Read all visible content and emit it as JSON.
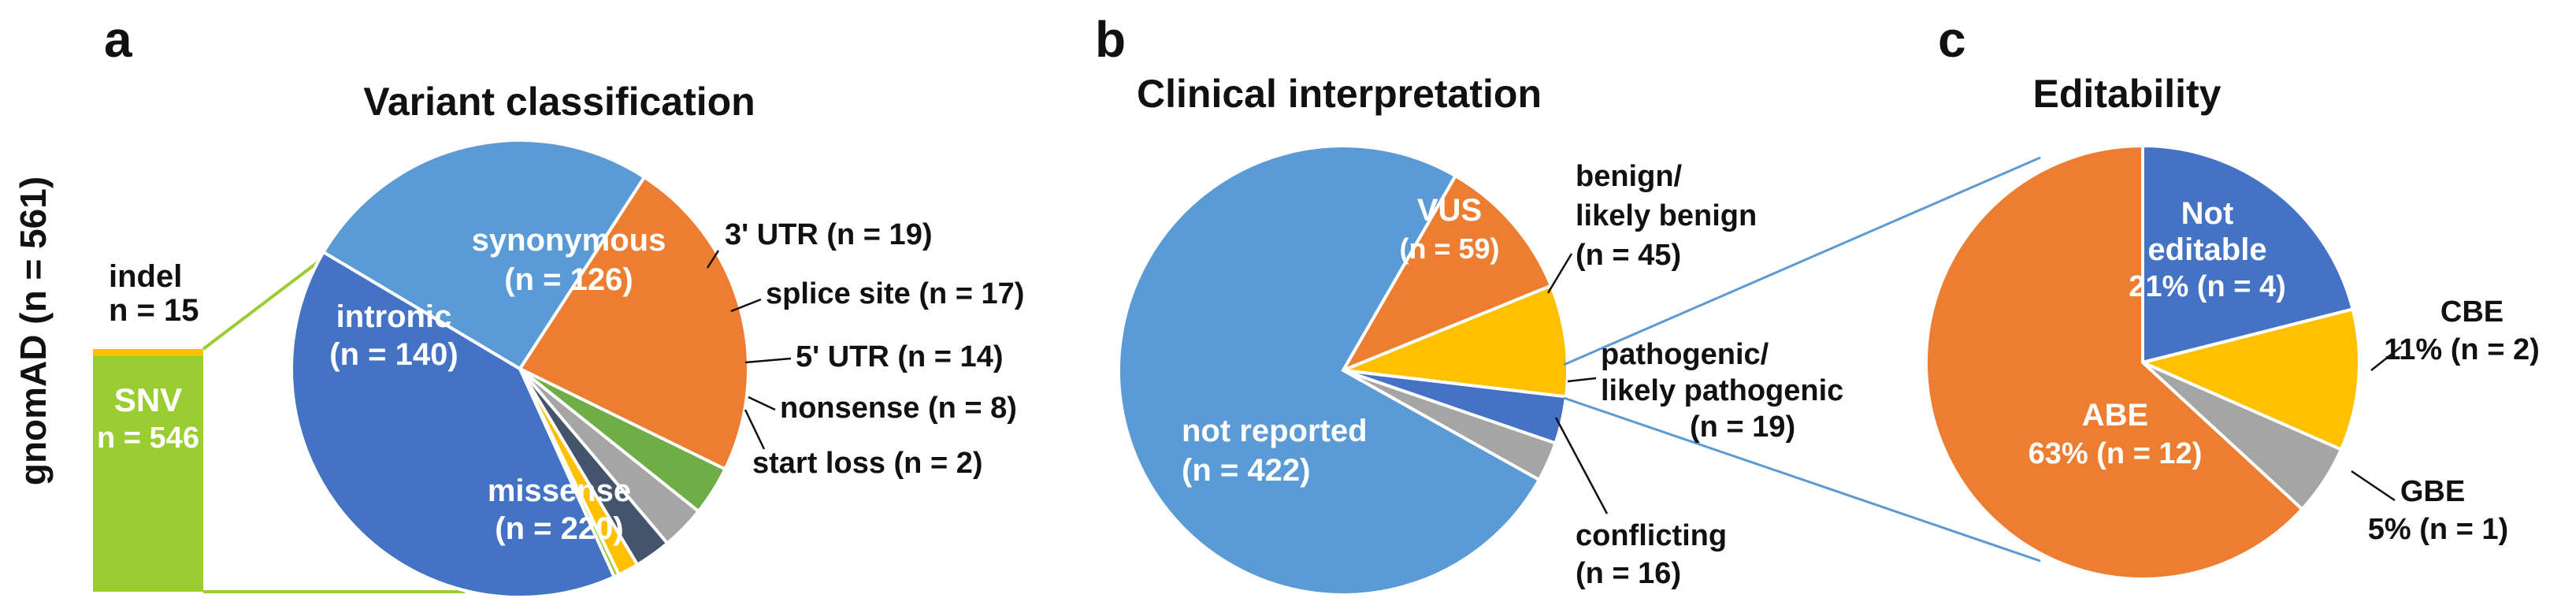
{
  "colors": {
    "light_blue": "#5B9BD5",
    "orange": "#ED7D31",
    "green": "#70AD47",
    "gray": "#A5A5A5",
    "dark_slate": "#44546A",
    "yellow": "#FFC000",
    "blue": "#4472C4",
    "lime": "#9ACD32",
    "text": "#1a1a1a",
    "white": "#ffffff"
  },
  "panels": {
    "a": {
      "letter": "a",
      "side_label": "gnomAD (n = 561)",
      "bar": {
        "indel_label": "indel",
        "indel_count": "n = 15",
        "snv_label": "SNV",
        "snv_count": "n = 546"
      }
    },
    "b": {
      "letter": "b"
    },
    "c": {
      "letter": "c"
    }
  },
  "chart_data": [
    {
      "type": "bar",
      "title": "",
      "categories": [
        "gnomAD (n = 561)"
      ],
      "series": [
        {
          "name": "SNV",
          "values": [
            546
          ]
        },
        {
          "name": "indel",
          "values": [
            15
          ]
        }
      ],
      "stacked": true
    },
    {
      "type": "pie",
      "title": "Variant classification",
      "slices": [
        {
          "label": "synonymous",
          "value": 126,
          "display": "n = 126",
          "color": "orange",
          "label_inside": true
        },
        {
          "label": "3' UTR",
          "value": 19,
          "display": "3' UTR (n = 19)",
          "color": "green",
          "label_inside": false
        },
        {
          "label": "splice site",
          "value": 17,
          "display": "splice site (n = 17)",
          "color": "gray",
          "label_inside": false
        },
        {
          "label": "5' UTR",
          "value": 14,
          "display": "5' UTR (n = 14)",
          "color": "dark_slate",
          "label_inside": false
        },
        {
          "label": "nonsense",
          "value": 8,
          "display": "nonsense (n = 8)",
          "color": "yellow",
          "label_inside": false
        },
        {
          "label": "start loss",
          "value": 2,
          "display": "start loss (n = 2)",
          "color": "lime",
          "label_inside": false
        },
        {
          "label": "missense",
          "value": 220,
          "display": "n = 220",
          "color": "blue",
          "label_inside": true
        },
        {
          "label": "intronic",
          "value": 140,
          "display": "n = 140",
          "color": "light_blue",
          "label_inside": true
        }
      ]
    },
    {
      "type": "pie",
      "title": "Clinical interpretation",
      "slices": [
        {
          "label": "VUS",
          "value": 59,
          "display": "n = 59",
          "color": "orange",
          "label_inside": true
        },
        {
          "label": "benign/ likely benign",
          "line1": "benign/",
          "line2": "likely benign",
          "value": 45,
          "display": "n = 45",
          "color": "yellow",
          "label_inside": false
        },
        {
          "label": "pathogenic/ likely pathogenic",
          "line1": "pathogenic/",
          "line2": "likely pathogenic",
          "value": 19,
          "display": "n = 19",
          "color": "blue",
          "label_inside": false
        },
        {
          "label": "conflicting",
          "value": 16,
          "display": "n = 16",
          "color": "gray",
          "label_inside": false
        },
        {
          "label": "not reported",
          "value": 422,
          "display": "n = 422",
          "color": "light_blue",
          "label_inside": true
        }
      ]
    },
    {
      "type": "pie",
      "title": "Editability",
      "slices": [
        {
          "label": "Not editable",
          "line1": "Not",
          "line2": "editable",
          "value": 4,
          "display": "21% (n = 4)",
          "color": "blue",
          "label_inside": true
        },
        {
          "label": "CBE",
          "value": 2,
          "display": "11% (n = 2)",
          "color": "yellow",
          "label_inside": false
        },
        {
          "label": "GBE",
          "value": 1,
          "display": "5% (n = 1)",
          "color": "gray",
          "label_inside": false
        },
        {
          "label": "ABE",
          "value": 12,
          "display": "63% (n = 12)",
          "color": "orange",
          "label_inside": true
        }
      ]
    }
  ]
}
